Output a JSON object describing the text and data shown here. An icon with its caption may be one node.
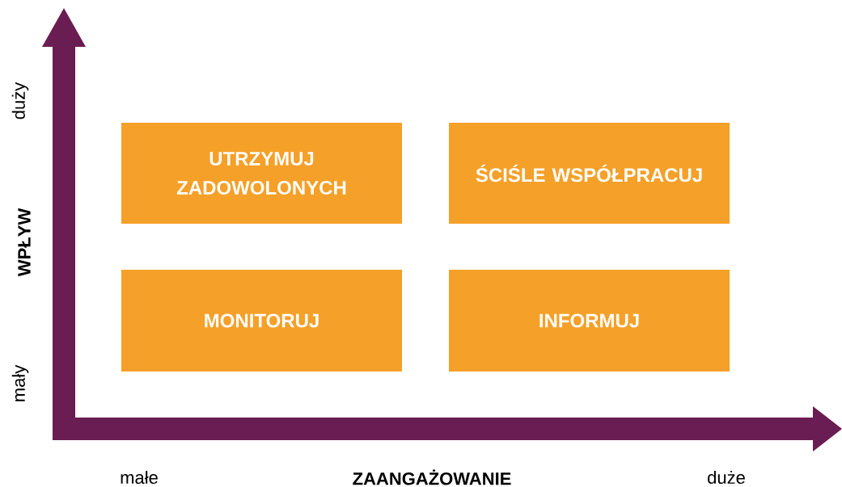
{
  "diagram": {
    "nodes": [
      {
        "text": [
          "UTRZYMUJ ZADOWOLONYCH"
        ]
      },
      {
        "text": [
          "ŚCIŚLE WSPÓŁPRACUJ"
        ]
      },
      {
        "text": [
          "MONITORUJ"
        ]
      },
      {
        "text": [
          "INFORMUJ"
        ]
      }
    ],
    "labels": [
      "duży",
      "WPŁYW",
      "mały",
      "małe",
      "ZAANGAŻOWANIE",
      "duże"
    ]
  }
}
